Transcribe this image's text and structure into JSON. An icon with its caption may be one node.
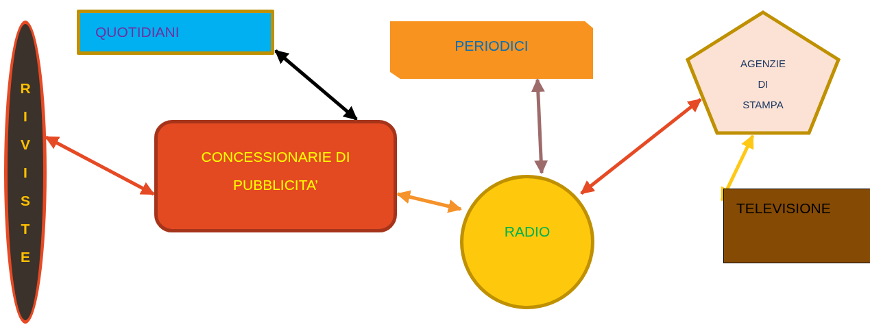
{
  "diagram": {
    "nodes": [
      {
        "text": [
          "RIVISTE"
        ]
      },
      {
        "text": [
          "QUOTIDIANI"
        ]
      },
      {
        "text": [
          "PERIODICI"
        ]
      },
      {
        "text": [
          "AGENZIE DI STAMPA"
        ]
      },
      {
        "text": [
          "CONCESSIONARIE DI PUBBLICITA’"
        ]
      },
      {
        "text": [
          "RADIO"
        ]
      },
      {
        "text": [
          "TELEVISIONE"
        ]
      }
    ],
    "edges": [
      {
        "from": 0,
        "to": 4,
        "arrow": "both",
        "color": "#e64a24"
      },
      {
        "from": 1,
        "to": 4,
        "arrow": "both",
        "color": "#000000"
      },
      {
        "from": 2,
        "to": 5,
        "arrow": "both",
        "color": "#9e6b6b"
      },
      {
        "from": 4,
        "to": 5,
        "arrow": "both",
        "color": "#f5922a"
      },
      {
        "from": 5,
        "to": 3,
        "arrow": "both",
        "color": "#e64a24"
      },
      {
        "from": 3,
        "to": 6,
        "arrow": "both",
        "color": "#ffc814"
      }
    ]
  }
}
